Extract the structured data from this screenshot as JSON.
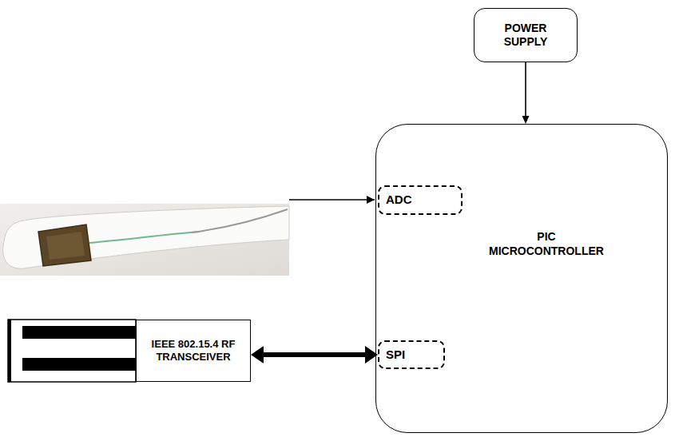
{
  "diagram": {
    "nodes": [
      {
        "text": [
          "POWER SUPPLY"
        ]
      },
      {
        "text": [
          "PIC MICROCONTROLLER"
        ]
      },
      {
        "text": [
          "ADC"
        ],
        "in": 1
      },
      {
        "text": [
          "IEEE 802.15.4 RF TRANSCEIVER"
        ]
      },
      {
        "text": [
          "SPI"
        ],
        "in": 1
      }
    ],
    "edges": [
      {
        "from": 0,
        "to": 1,
        "arrow": "to"
      },
      {
        "from": 3,
        "to": 4,
        "arrow": "both"
      }
    ]
  }
}
